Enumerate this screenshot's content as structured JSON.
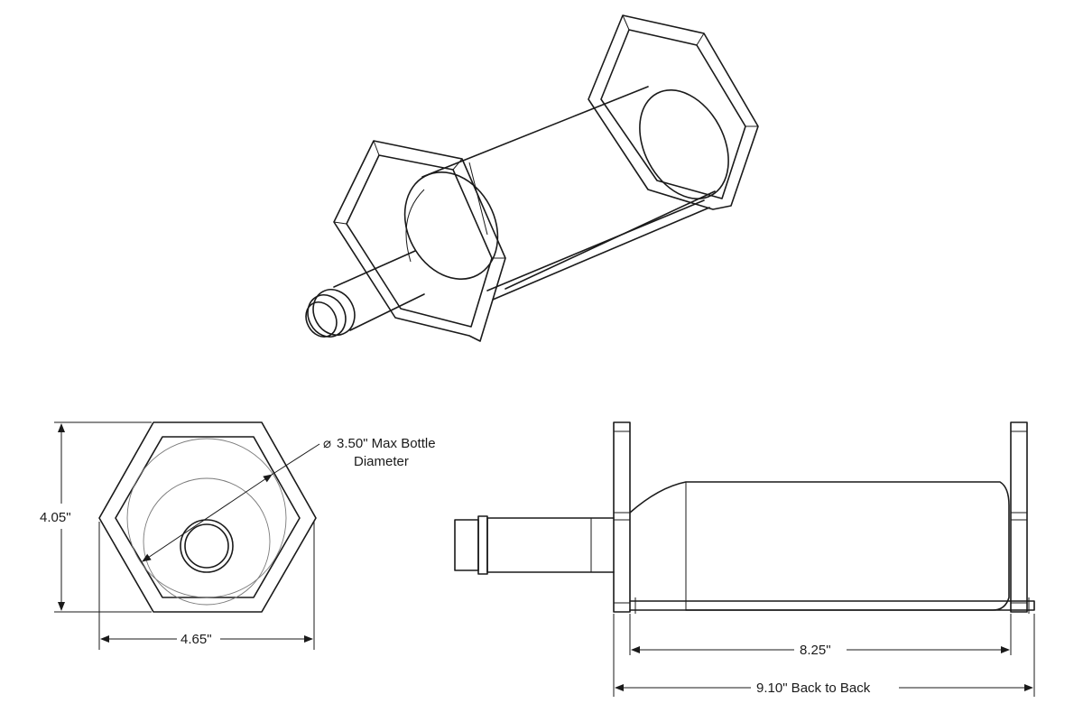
{
  "dimensions": {
    "height": "4.05\"",
    "width": "4.65\"",
    "diameter_symbol": "⌀",
    "diameter_value": "3.50\" Max Bottle",
    "diameter_label_line2": "Diameter",
    "inner_length": "8.25\"",
    "overall_length": "9.10\" Back to Back"
  }
}
